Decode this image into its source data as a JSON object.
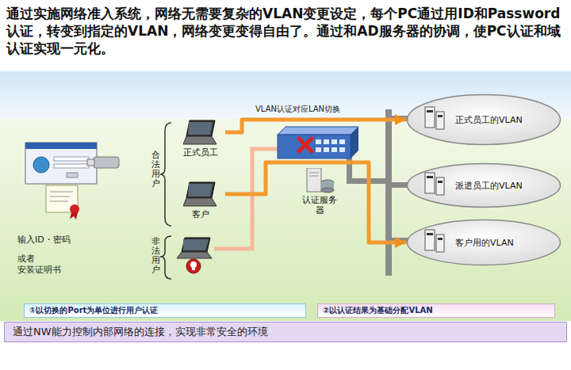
{
  "diagram": {
    "title": "通过实施网络准入系统，网络无需要复杂的VLAN变更设定，每个PC通过用ID和Password认证，转变到指定的VLAN，网络变更变得自由了。通过和AD服务器的协调，使PC认证和域认证实现一元化。",
    "caption": "通过NW能力控制内部网络的连接，实现非常安全的环境",
    "nodes": [
      {
        "text": [
          "正式员工"
        ]
      },
      {
        "text": [
          "客户"
        ]
      },
      {
        "text": [
          "认证服务 器"
        ]
      },
      {
        "text": [
          "正式员工的VLAN"
        ]
      },
      {
        "text": [
          "派遣员工的VLAN"
        ]
      },
      {
        "text": [
          "客户用的VLAN"
        ]
      },
      {
        "text": [
          "①以切换的Port为单位进行用户认证"
        ]
      },
      {
        "text": [
          "②以认证结果为基础分配VLAN"
        ]
      }
    ],
    "edges": [
      {
        "from": 0,
        "to": 3,
        "arrow": "to"
      },
      {
        "from": 1,
        "to": 5,
        "arrow": "to"
      }
    ],
    "labels": [
      "VLAN认证对应LAN切换",
      "合法用户",
      "非法用户",
      "输入ID・密码",
      "或者 安装证明书"
    ]
  }
}
